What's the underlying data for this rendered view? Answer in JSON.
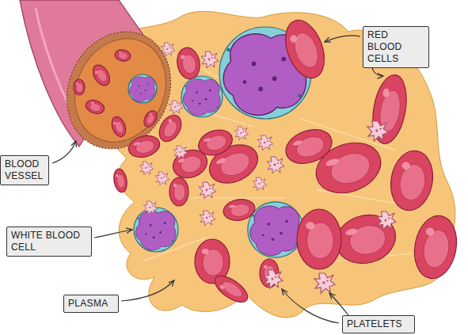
{
  "diagram": {
    "nodes": [
      {
        "text": [
          "RED BLOOD CELLS"
        ]
      },
      {
        "text": [
          "BLOOD VESSEL"
        ]
      },
      {
        "text": [
          "WHITE BLOOD CELL"
        ]
      },
      {
        "text": [
          "PLASMA"
        ]
      },
      {
        "text": [
          "PLATELETS"
        ]
      }
    ]
  }
}
